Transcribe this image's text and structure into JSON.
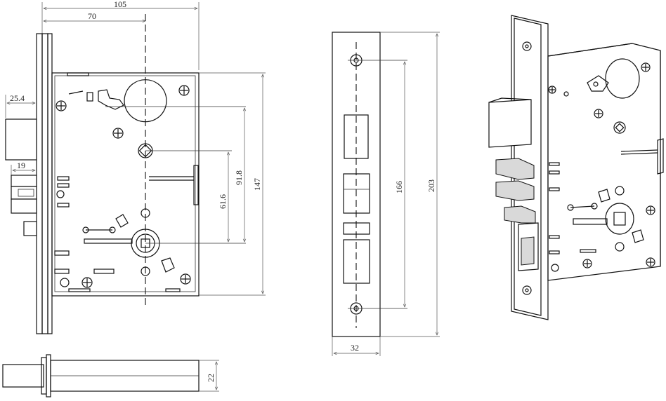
{
  "dimensions": {
    "overall_width": "105",
    "backset": "70",
    "latch_throw": "25.4",
    "deadbolt_throw": "19",
    "spindle_to_cylinder": "61.6",
    "cylinder_to_hub": "91.8",
    "case_height": "147",
    "faceplate_hole_spacing": "166",
    "faceplate_height": "203",
    "faceplate_width": "32",
    "case_depth": "22"
  },
  "icons": [
    "screw-icon",
    "cylinder-hole-icon",
    "spindle-hub-icon"
  ]
}
